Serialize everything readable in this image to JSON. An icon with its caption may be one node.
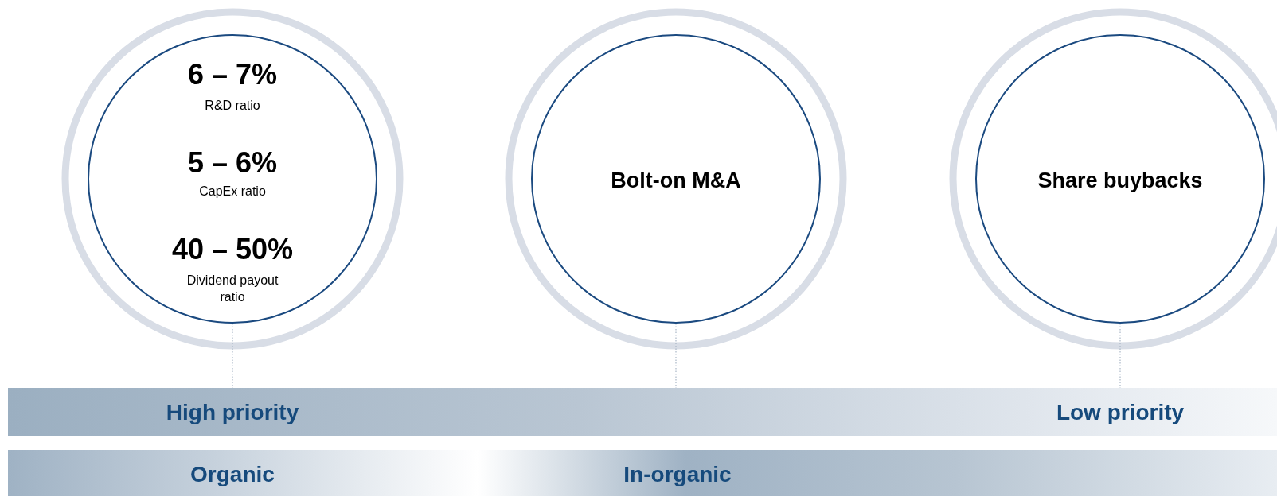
{
  "diagram": {
    "nodes": [
      {
        "text": [
          "6 – 7%",
          "R&D ratio",
          "5 – 6%",
          "CapEx ratio",
          "40 – 50%",
          "Dividend payout ratio"
        ]
      },
      {
        "text": [
          "Bolt-on M&A"
        ]
      },
      {
        "text": [
          "Share buybacks"
        ]
      },
      {
        "text": [
          "High priority",
          "Low priority"
        ]
      },
      {
        "text": [
          "Organic"
        ]
      },
      {
        "text": [
          "In-organic"
        ]
      }
    ],
    "edges": [
      {
        "from": 0,
        "to": 3,
        "arrow": "none"
      },
      {
        "from": 1,
        "to": 3,
        "arrow": "none"
      },
      {
        "from": 2,
        "to": 3,
        "arrow": "none"
      }
    ]
  }
}
